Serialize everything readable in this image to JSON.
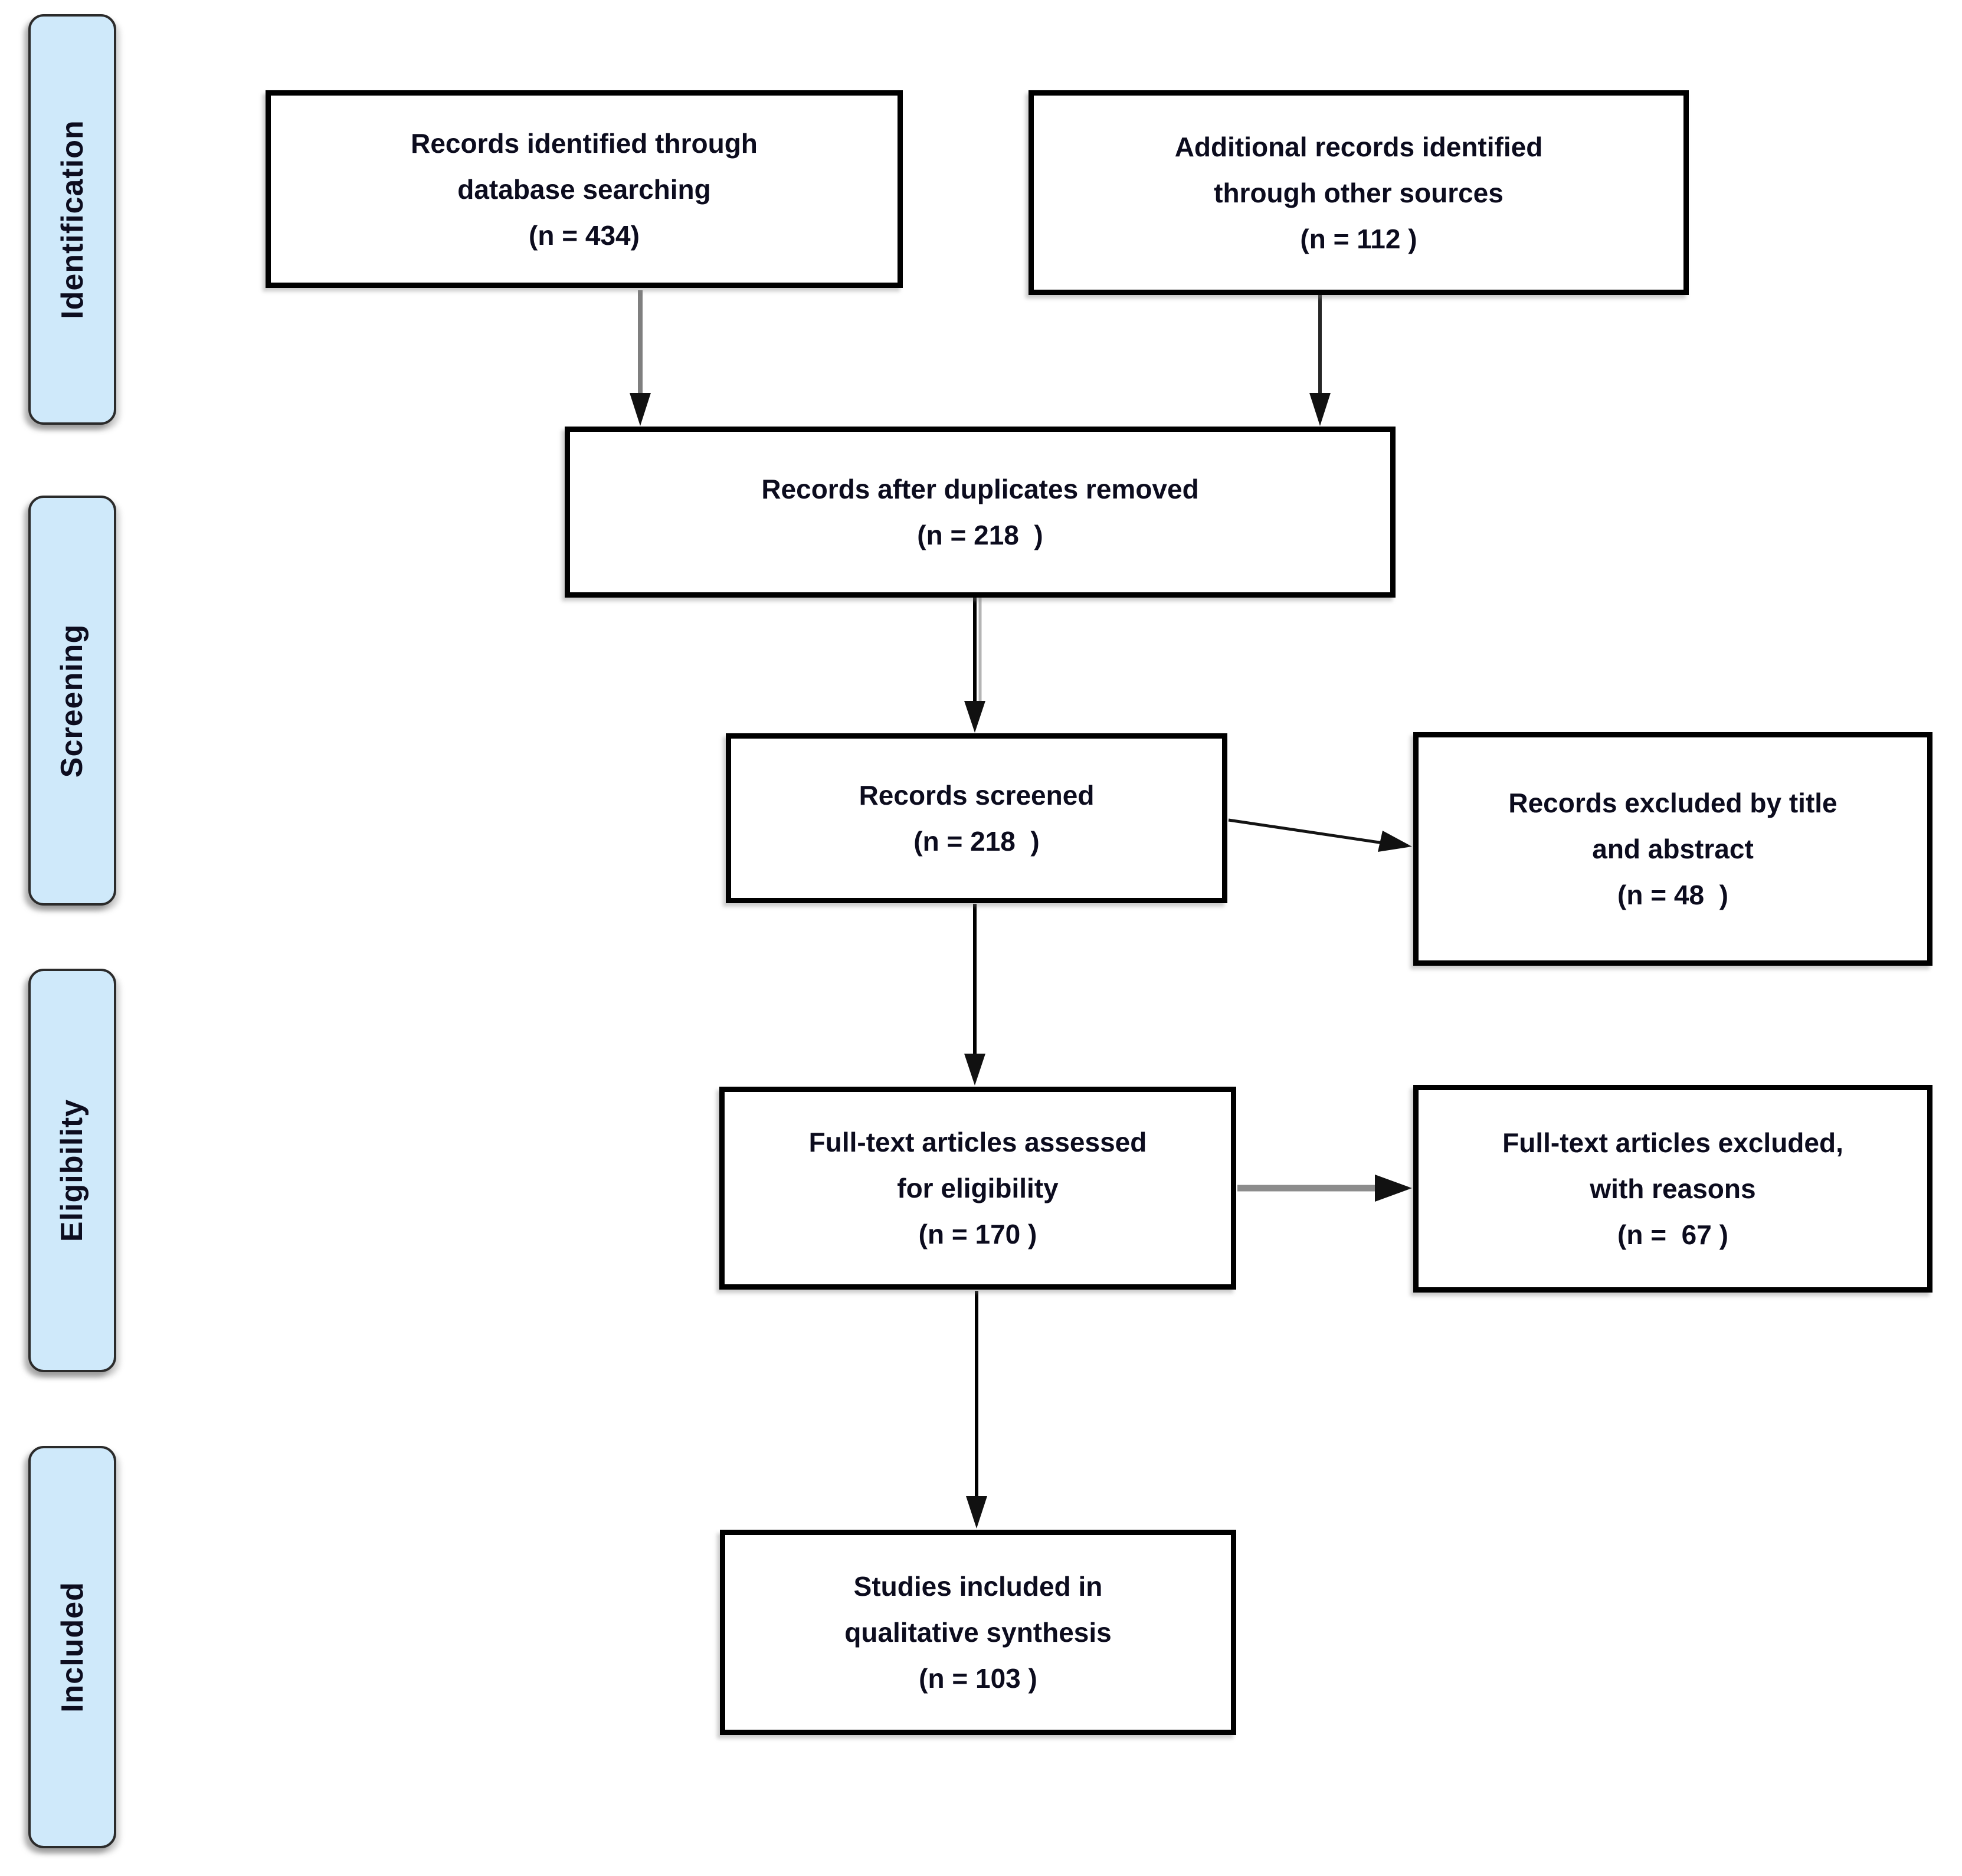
{
  "diagram": {
    "type": "prisma-flow",
    "colors": {
      "background": "#ffffff",
      "stage_fill": "#cfe9fa",
      "stage_border": "#2b2b2b",
      "box_fill": "#ffffff",
      "box_border": "#000000",
      "text": "#0c0c1e",
      "arrow_gray": "#7f7f7f",
      "arrow_black": "#1a1a1a"
    },
    "stages": [
      {
        "label": "Identification"
      },
      {
        "label": "Screening"
      },
      {
        "label": "Eligibility"
      },
      {
        "label": "Included"
      }
    ],
    "boxes": [
      {
        "id": "records-identified",
        "lines": [
          "Records identified through",
          "database searching",
          "(n = 434)"
        ]
      },
      {
        "id": "additional-records",
        "lines": [
          "Additional records identified",
          "through other sources",
          "(n = 112 )"
        ]
      },
      {
        "id": "after-duplicates",
        "lines": [
          "Records after duplicates removed",
          "(n = 218  )"
        ]
      },
      {
        "id": "records-screened",
        "lines": [
          "Records screened",
          "(n = 218  )"
        ]
      },
      {
        "id": "records-excluded",
        "lines": [
          "Records excluded by title",
          "and abstract",
          "(n = 48  )"
        ]
      },
      {
        "id": "fulltext-assessed",
        "lines": [
          "Full-text articles assessed",
          "for eligibility",
          "(n = 170 )"
        ]
      },
      {
        "id": "fulltext-excluded",
        "lines": [
          "Full-text articles excluded,",
          "with reasons",
          "(n =  67 )"
        ]
      },
      {
        "id": "studies-included",
        "lines": [
          "Studies included in",
          "qualitative synthesis",
          "(n = 103 )"
        ]
      }
    ]
  }
}
